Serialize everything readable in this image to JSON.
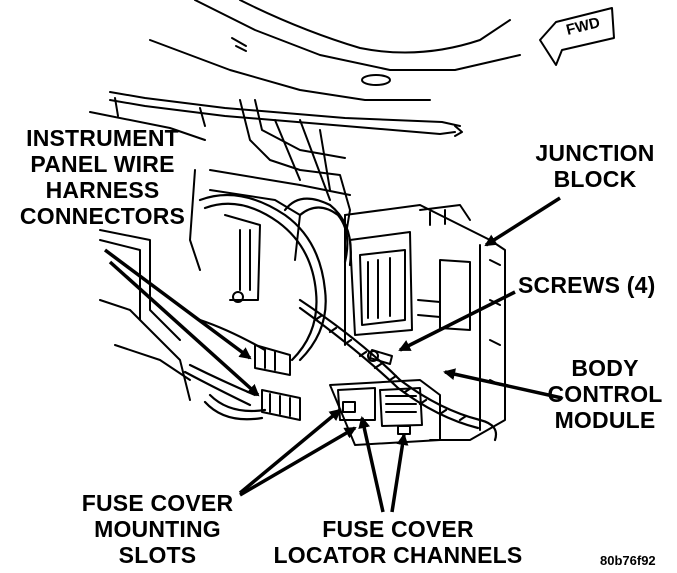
{
  "figure": {
    "fwd_badge": "FWD",
    "figure_id": "80b76f92"
  },
  "labels": {
    "instrument_panel": [
      "INSTRUMENT",
      "PANEL WIRE",
      "HARNESS",
      "CONNECTORS"
    ],
    "junction_block": [
      "JUNCTION",
      "BLOCK"
    ],
    "screws": [
      "SCREWS (4)"
    ],
    "body_control_module": [
      "BODY",
      "CONTROL",
      "MODULE"
    ],
    "fuse_cover_mounting_slots": [
      "FUSE COVER",
      "MOUNTING",
      "SLOTS"
    ],
    "fuse_cover_locator_channels": [
      "FUSE COVER",
      "LOCATOR CHANNELS"
    ]
  }
}
